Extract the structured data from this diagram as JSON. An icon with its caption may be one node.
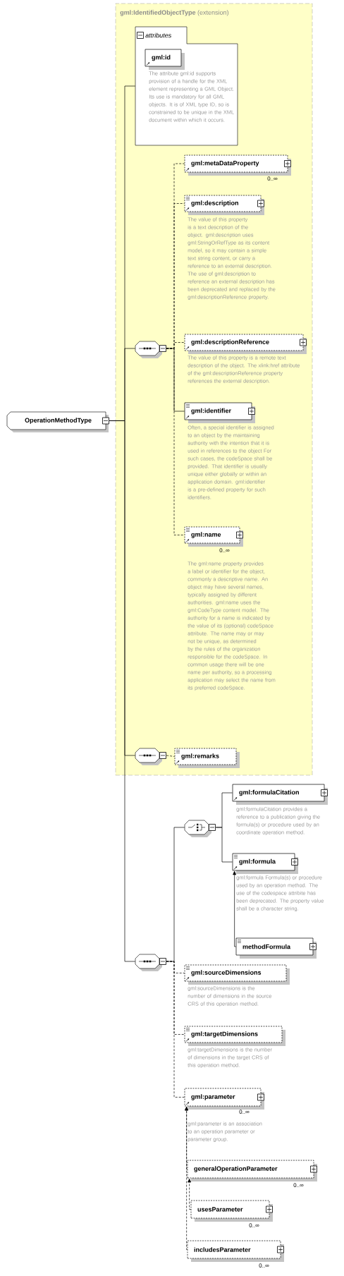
{
  "diagram": {
    "nodes": [
      {
        "text": [
          "**gml:IdentifiedObjectType** (extension)"
        ]
      },
      {
        "text": [
          "attributes"
        ],
        "in": 0
      },
      {
        "text": [
          "gml:id"
        ],
        "in": 1,
        "beside": [
          "The attribute gml:id supports provision of a handle for the XML element representing a GML Object. Its use is mandatory for all GML objects. It is of XML type ID, so is constrained to be unique in the XML document within which it occurs."
        ]
      },
      {
        "text": [
          "OperationMethodType"
        ]
      },
      {
        "text": [],
        "shape": "octagon",
        "in": 0
      },
      {
        "text": [
          "gml:metaDataProperty"
        ],
        "in": 0,
        "beside": [
          "0..∞"
        ]
      },
      {
        "text": [
          "gml:description"
        ],
        "in": 0,
        "beside": [
          "The value of this property is a text description of the object. gml:description uses gml:StringOrRefType as its content model, so it may contain a simple text string content, or carry a reference to an external description. The use of gml:description to reference an external description has been deprecated and replaced by the gml:descriptionReference property."
        ]
      },
      {
        "text": [
          "gml:descriptionReference"
        ],
        "in": 0,
        "beside": [
          "The value of this property is a remote text description of the object. The xlink:href attribute of the gml:descriptionReference property references the external description."
        ]
      },
      {
        "text": [
          "gml:identifier"
        ],
        "in": 0,
        "beside": [
          "Often, a special identifier is assigned to an object by the maintaining authority with the intention that it is used in references to the object For such cases, the codeSpace shall be provided. That identifier is usually unique either globally or within an application domain. gml:identifier is a pre-defined property for such identifiers."
        ]
      },
      {
        "text": [
          "gml:name"
        ],
        "in": 0,
        "beside": [
          "0..∞",
          "The gml:name property provides a label or identifier for the object, commonly a descriptive name. An object may have several names, typically assigned by different authorities. gml:name uses the gml:CodeType content model. The authority for a name is indicated by the value of its (optional) codeSpace attribute. The name may or may not be unique, as determined by the rules of the organization responsible for the codeSpace. In common usage there will be one name per authority, so a processing application may select the name from its preferred codeSpace."
        ]
      },
      {
        "text": [],
        "shape": "octagon",
        "in": 0
      },
      {
        "text": [
          "gml:remarks"
        ],
        "in": 0
      },
      {
        "text": [],
        "shape": "octagon"
      },
      {
        "text": [
          "gml:formulaCitation"
        ],
        "beside": [
          "gml:formulaCitation provides a reference to a publication giving the formula(s) or procedure used by an coordinate operation method."
        ]
      },
      {
        "text": [
          "gml:formula"
        ],
        "beside": [
          "gml:formula Formula(s) or procedure used by an operation method. The use of the codespace attribite has been deprecated. The property value shall be a character string."
        ]
      },
      {
        "text": [
          "methodFormula"
        ]
      },
      {
        "text": [],
        "shape": "octagon"
      },
      {
        "text": [
          "gml:sourceDimensions"
        ],
        "beside": [
          "gml:sourceDimensions is the number of dimensions in the source CRS of this operation method."
        ]
      },
      {
        "text": [
          "gml:targetDimensions"
        ],
        "beside": [
          "gml:targetDimensions is the number of dimensions in the target CRS of this operation method."
        ]
      },
      {
        "text": [
          "gml:parameter"
        ],
        "beside": [
          "0..∞",
          "gml:parameter is an association to an operation parameter or parameter group."
        ]
      },
      {
        "text": [
          "generalOperationParameter"
        ],
        "beside": [
          "0..∞"
        ]
      },
      {
        "text": [
          "usesParameter"
        ],
        "beside": [
          "0..∞"
        ]
      },
      {
        "text": [
          "includesParameter"
        ],
        "beside": [
          "0..∞"
        ]
      }
    ],
    "edges": [
      {
        "from": 3,
        "to": 1,
        "arrow": "none"
      },
      {
        "from": 3,
        "to": 4,
        "arrow": "none"
      },
      {
        "from": 3,
        "to": 10,
        "arrow": "none"
      },
      {
        "from": 3,
        "to": 16,
        "arrow": "none"
      },
      {
        "from": 4,
        "to": 5,
        "arrow": "none",
        "style": "dashed"
      },
      {
        "from": 4,
        "to": 6,
        "arrow": "none",
        "style": "dashed"
      },
      {
        "from": 4,
        "to": 7,
        "arrow": "none",
        "style": "dashed"
      },
      {
        "from": 4,
        "to": 8,
        "arrow": "none"
      },
      {
        "from": 4,
        "to": 9,
        "arrow": "none",
        "style": "dashed"
      },
      {
        "from": 10,
        "to": 11,
        "arrow": "none",
        "style": "dashed"
      },
      {
        "from": 16,
        "to": 12,
        "arrow": "none"
      },
      {
        "from": 12,
        "to": 13,
        "arrow": "none"
      },
      {
        "from": 12,
        "to": 14,
        "arrow": "none"
      },
      {
        "from": 15,
        "to": 14,
        "arrow": "to"
      },
      {
        "from": 16,
        "to": 17,
        "arrow": "none",
        "style": "dashed"
      },
      {
        "from": 16,
        "to": 18,
        "arrow": "none",
        "style": "dashed"
      },
      {
        "from": 16,
        "to": 19,
        "arrow": "none",
        "style": "dashed"
      },
      {
        "from": 20,
        "to": 19,
        "arrow": "to",
        "style": "dashed"
      },
      {
        "from": 21,
        "to": 20,
        "arrow": "to",
        "style": "dashed"
      },
      {
        "from": 22,
        "to": 19,
        "arrow": "to",
        "style": "dashed"
      }
    ]
  }
}
